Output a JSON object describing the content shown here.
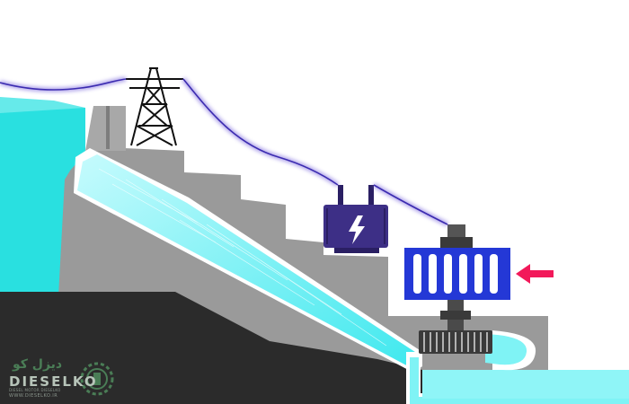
{
  "logo": {
    "persian_name": "دیزل کو",
    "name": "DIESELKO",
    "tagline": "DIESEL MOTOR DIESELKO",
    "url": "WWW.DIESELKO.IR"
  },
  "icons": {
    "transformer": "lightning-bolt-icon",
    "flow": "right-arrow-icon"
  },
  "colors": {
    "sky": "#ffffff",
    "reservoir_water": "#29e0e0",
    "penstock_water": "#7ff3f5",
    "dam_concrete": "#9a9a9a",
    "dark_ground": "#2b2b2b",
    "transformer": "#3d2f86",
    "generator": "#2438d6",
    "power_line_glow": "#6a55d8",
    "arrow": "#f2195a",
    "logo_green": "#4a7d56"
  }
}
